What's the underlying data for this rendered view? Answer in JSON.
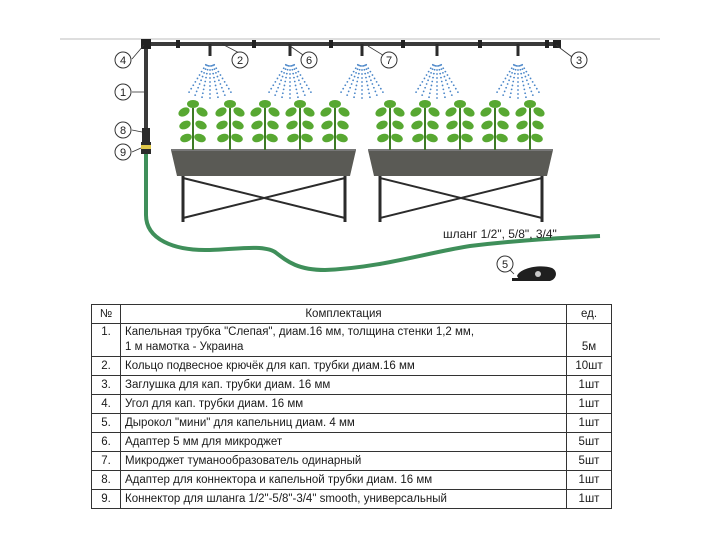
{
  "callouts": [
    "1",
    "2",
    "3",
    "4",
    "5",
    "6",
    "7",
    "8",
    "9"
  ],
  "hose_label": "шланг 1/2\", 5/8\", 3/4\"",
  "colors": {
    "pipe": "#3a3a3a",
    "hose": "#3f8f5a",
    "mist": "#4a86c8",
    "leaf": "#58a832",
    "tray": "#5a5a55",
    "stand": "#2b2b2b"
  },
  "table": {
    "headers": {
      "num": "№",
      "item": "Комплектация",
      "unit": "ед."
    },
    "rows": [
      {
        "num": "1.",
        "item_line1": "Капельная трубка \"Слепая\", диам.16 мм, толщина стенки 1,2 мм,",
        "item_line2": "1 м намотка - Украина",
        "qty": "5м"
      },
      {
        "num": "2.",
        "item": "Кольцо подвесное крючёк для кап. трубки диам.16 мм",
        "qty": "10шт"
      },
      {
        "num": "3.",
        "item": "Заглушка для кап. трубки диам. 16 мм",
        "qty": "1шт"
      },
      {
        "num": "4.",
        "item": "Угол для кап. трубки диам. 16 мм",
        "qty": "1шт"
      },
      {
        "num": "5.",
        "item": "Дырокол \"мини\" для капельниц диам. 4 мм",
        "qty": "1шт"
      },
      {
        "num": "6.",
        "item": "Адаптер 5 мм для микроджет",
        "qty": "5шт"
      },
      {
        "num": "7.",
        "item": "Микроджет туманообразователь одинарный",
        "qty": "5шт"
      },
      {
        "num": "8.",
        "item": "Адаптер для коннектора и капельной трубки диам. 16 мм",
        "qty": "1шт"
      },
      {
        "num": "9.",
        "item": "Коннектор для шланга 1/2\"-5/8\"-3/4\" smooth, универсальный",
        "qty": "1шт"
      }
    ]
  }
}
